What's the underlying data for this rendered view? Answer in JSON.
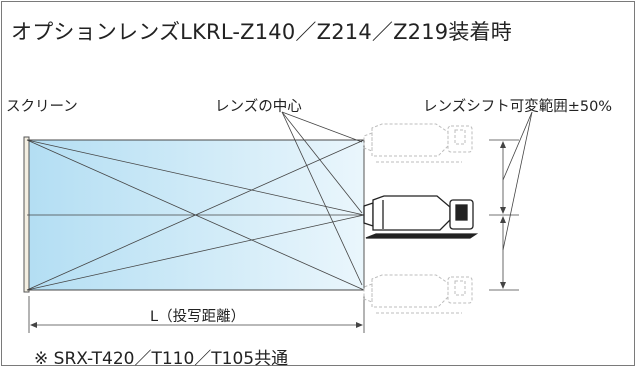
{
  "title": "オプションレンズLKRL-Z140／Z214／Z219装着時",
  "labels": {
    "screen": "スクリーン",
    "lens_center": "レンズの中心",
    "lens_shift": "レンズシフト可変範囲±50%",
    "distance": "L（投写距離）"
  },
  "footnote": "※ SRX-T420／T110／T105共通",
  "colors": {
    "screen_fill": "#bfe3f5",
    "line": "#444444",
    "projector_ghost": "#bdbdbd"
  }
}
